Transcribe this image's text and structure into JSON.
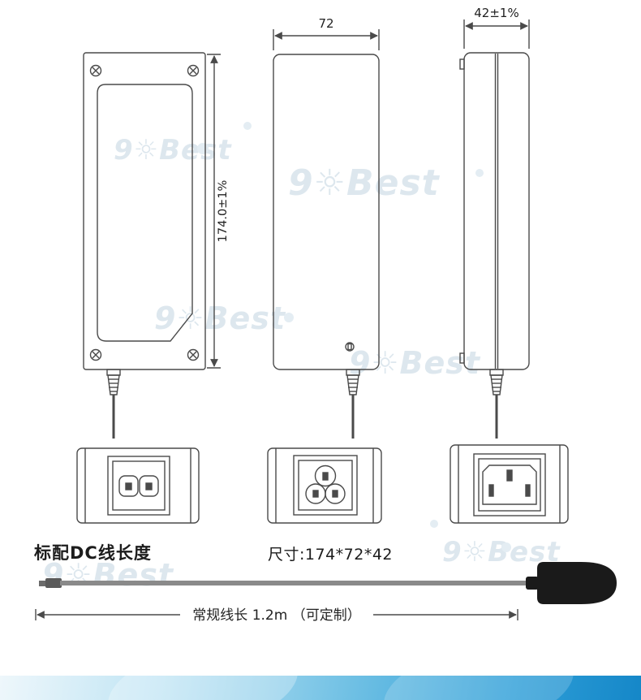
{
  "watermark": {
    "text": "9☼Best"
  },
  "views": {
    "front": {
      "dim_label": "174.0±1%"
    },
    "side": {
      "dim_label": "72"
    },
    "edge": {
      "dim_label": "42±1%"
    }
  },
  "captions": {
    "dc_length_title": "标配DC线长度",
    "size_label": "尺寸:174*72*42",
    "cable_length_label": "常规线长 1.2m （可定制）"
  },
  "colors": {
    "line": "#4a4a4a",
    "cable": "#8a8a8a",
    "plug": "#1a1a1a",
    "footer_light": "#dff0f8",
    "footer_dark": "#1587c8",
    "watermark": "#dde7ee"
  }
}
